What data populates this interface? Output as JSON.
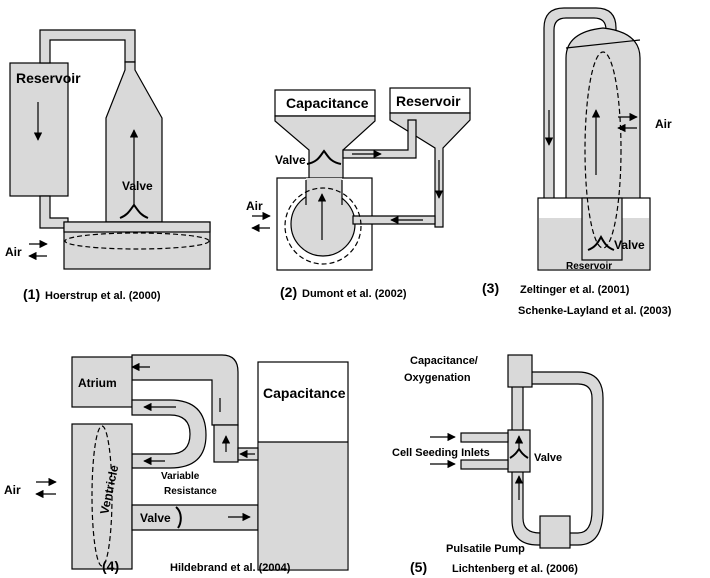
{
  "figure": {
    "panel1": {
      "reservoir": "Reservoir",
      "valve": "Valve",
      "air": "Air",
      "caption_num": "(1)",
      "caption": "Hoerstrup et al. (2000)"
    },
    "panel2": {
      "capacitance": "Capacitance",
      "reservoir": "Reservoir",
      "valve": "Valve",
      "air": "Air",
      "caption_num": "(2)",
      "caption": "Dumont et al. (2002)"
    },
    "panel3": {
      "air": "Air",
      "valve": "Valve",
      "reservoir": "Reservoir",
      "caption_num": "(3)",
      "caption_line1": "Zeltinger et al. (2001)",
      "caption_line2": "Schenke-Layland et al. (2003)"
    },
    "panel4": {
      "atrium": "Atrium",
      "capacitance": "Capacitance",
      "ventricle": "Ventricle",
      "variable_resistance_1": "Variable",
      "variable_resistance_2": "Resistance",
      "valve": "Valve",
      "air": "Air",
      "caption_num": "(4)",
      "caption": "Hildebrand et al. (2004)"
    },
    "panel5": {
      "capacitance_1": "Capacitance/",
      "capacitance_2": "Oxygenation",
      "cell_seeding": "Cell Seeding Inlets",
      "valve": "Valve",
      "pump": "Pulsatile Pump",
      "caption_num": "(5)",
      "caption": "Lichtenberg et al. (2006)"
    }
  },
  "colors": {
    "fill": "#d9d9d9",
    "stroke": "#000000"
  }
}
